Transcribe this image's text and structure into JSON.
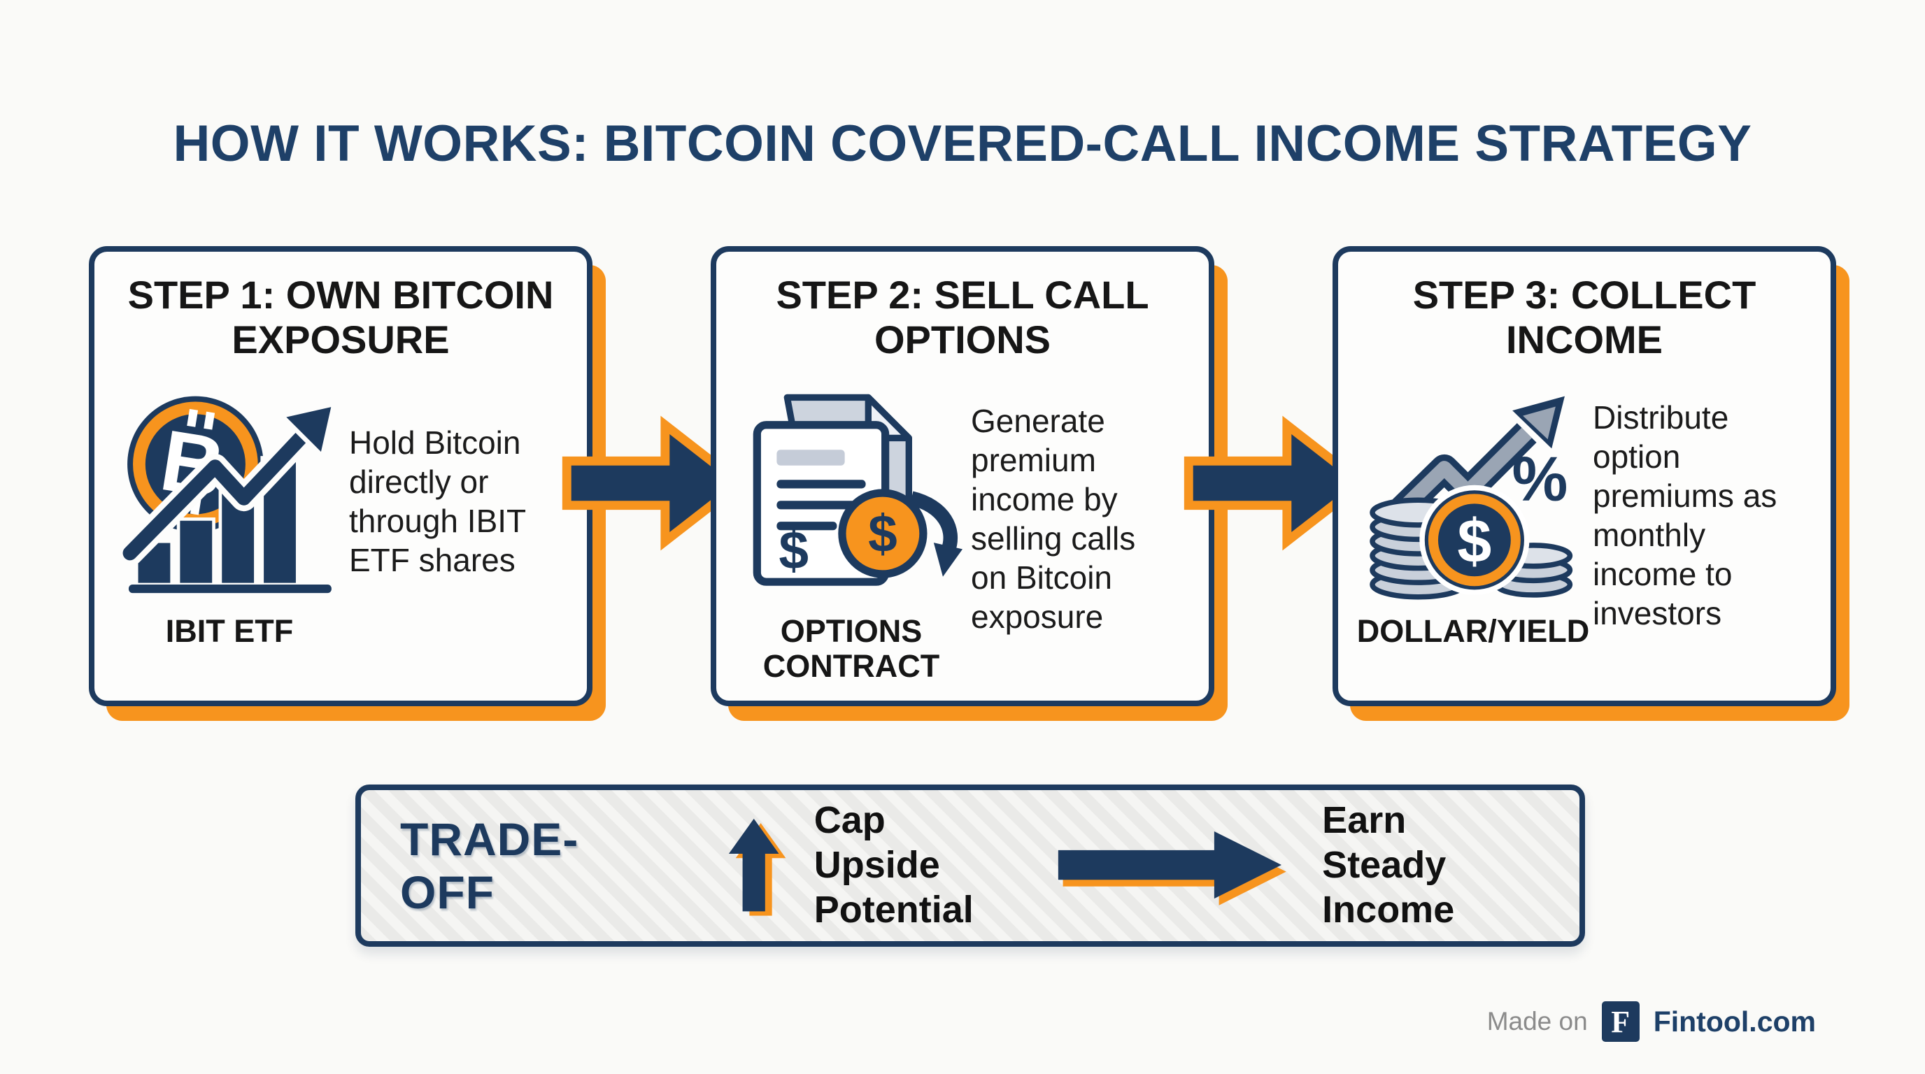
{
  "title": "HOW IT WORKS: BITCOIN COVERED-CALL INCOME STRATEGY",
  "colors": {
    "navy": "#1d3a5e",
    "orange": "#f7941e",
    "title_navy": "#1e4068",
    "text_black": "#161616",
    "page_bg": "#fafaf8",
    "muted_gray": "#8b8b8b"
  },
  "steps": [
    {
      "title": "STEP 1: OWN BITCOIN\nEXPOSURE",
      "description": "Hold Bitcoin\ndirectly or\nthrough IBIT\nETF shares",
      "icon": "bitcoin-etf-chart-icon",
      "icon_label": "IBIT ETF"
    },
    {
      "title": "STEP 2: SELL CALL\nOPTIONS",
      "description": "Generate\npremium\nincome by\nselling calls\non Bitcoin\nexposure",
      "icon": "options-contract-icon",
      "icon_label": "OPTIONS\nCONTRACT"
    },
    {
      "title": "STEP 3: COLLECT\nINCOME",
      "description": "Distribute\noption\npremiums as\nmonthly\nincome to\ninvestors",
      "icon": "dollar-yield-coins-icon",
      "icon_label": "DOLLAR/YIELD"
    }
  ],
  "tradeoff": {
    "label": "TRADE-OFF",
    "cap_upside": "Cap Upside\nPotential",
    "earn_steady": "Earn Steady\nIncome"
  },
  "footer": {
    "made_on": "Made on",
    "logo_letter": "F",
    "brand": "Fintool.com"
  }
}
